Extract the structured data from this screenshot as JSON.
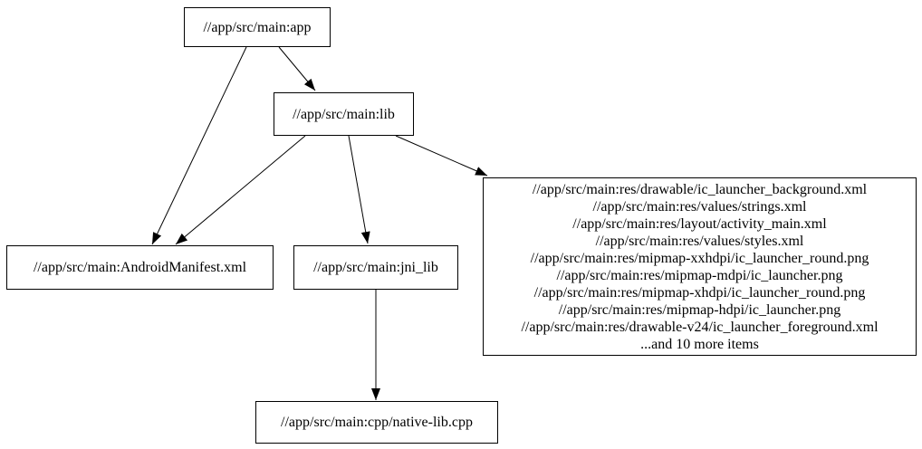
{
  "diagram": {
    "type": "dependency-graph",
    "tool_style": "graphviz",
    "colors": {
      "background": "#ffffff",
      "node_border": "#000000",
      "node_fill": "#ffffff",
      "text": "#000000",
      "edge": "#000000"
    },
    "nodes": {
      "app": {
        "label": "//app/src/main:app"
      },
      "lib": {
        "label": "//app/src/main:lib"
      },
      "manifest": {
        "label": "//app/src/main:AndroidManifest.xml"
      },
      "jni_lib": {
        "label": "//app/src/main:jni_lib"
      },
      "resources": {
        "lines": [
          "//app/src/main:res/drawable/ic_launcher_background.xml",
          "//app/src/main:res/values/strings.xml",
          "//app/src/main:res/layout/activity_main.xml",
          "//app/src/main:res/values/styles.xml",
          "//app/src/main:res/mipmap-xxhdpi/ic_launcher_round.png",
          "//app/src/main:res/mipmap-mdpi/ic_launcher.png",
          "//app/src/main:res/mipmap-xhdpi/ic_launcher_round.png",
          "//app/src/main:res/mipmap-hdpi/ic_launcher.png",
          "//app/src/main:res/drawable-v24/ic_launcher_foreground.xml",
          "...and 10 more items"
        ]
      },
      "native_cpp": {
        "label": "//app/src/main:cpp/native-lib.cpp"
      }
    },
    "edges": [
      {
        "from": "app",
        "to": "lib"
      },
      {
        "from": "app",
        "to": "manifest"
      },
      {
        "from": "lib",
        "to": "manifest"
      },
      {
        "from": "lib",
        "to": "jni_lib"
      },
      {
        "from": "lib",
        "to": "resources"
      },
      {
        "from": "jni_lib",
        "to": "native_cpp"
      }
    ]
  }
}
